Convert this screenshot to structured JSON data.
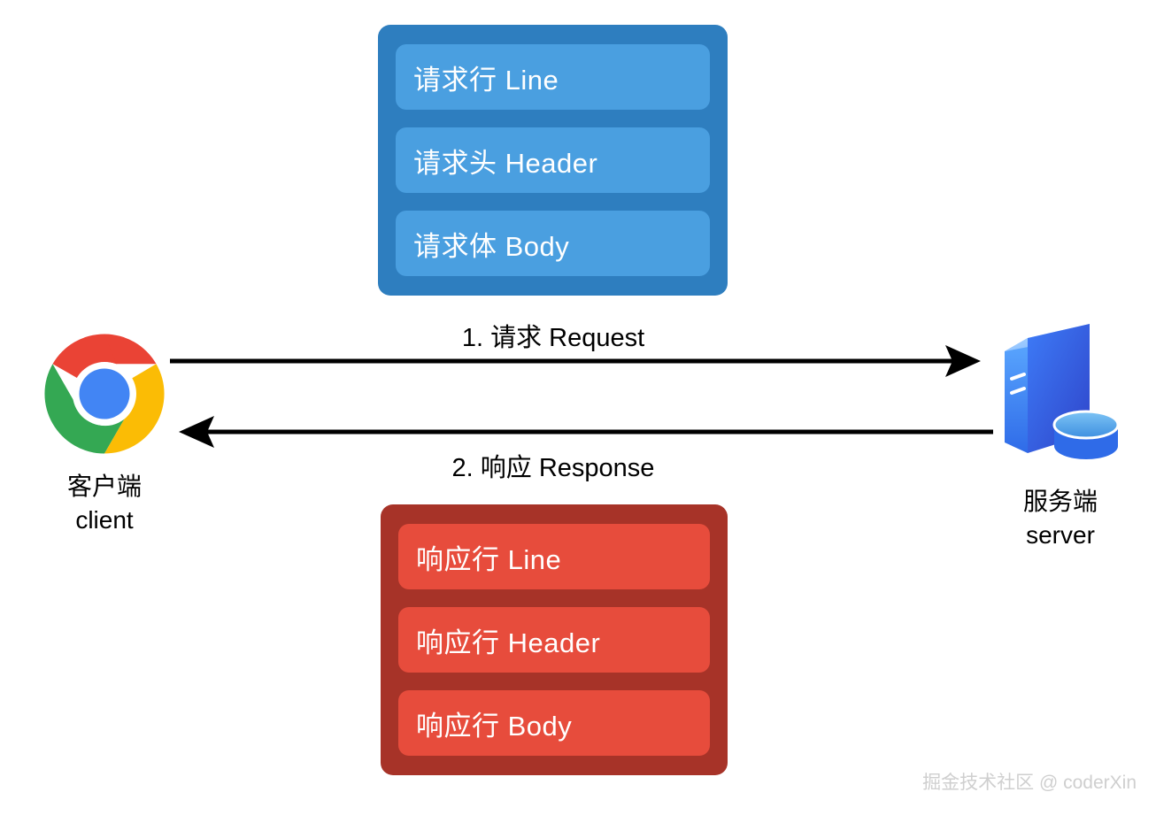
{
  "diagram": {
    "title": "HTTP request and response flow between client and server",
    "background": "#ffffff",
    "request_block": {
      "name": "request",
      "outer_color": "#2E7EBF",
      "inner_color": "#4A9FE0",
      "rows": [
        {
          "label": "请求行 Line"
        },
        {
          "label": "请求头 Header"
        },
        {
          "label": "请求体 Body"
        }
      ]
    },
    "response_block": {
      "name": "response",
      "outer_color": "#A73328",
      "inner_color": "#E74C3C",
      "rows": [
        {
          "label": "响应行 Line"
        },
        {
          "label": "响应行 Header"
        },
        {
          "label": "响应行 Body"
        }
      ]
    },
    "arrows": [
      {
        "id": "request-arrow",
        "label": "1. 请求 Request",
        "direction": "right",
        "color": "#000000"
      },
      {
        "id": "response-arrow",
        "label": "2. 响应 Response",
        "direction": "left",
        "color": "#000000"
      }
    ],
    "client": {
      "icon": "chrome-logo",
      "label_cn": "客户端",
      "label_en": "client"
    },
    "server": {
      "icon": "server-tower",
      "label_cn": "服务端",
      "label_en": "server"
    },
    "watermark": {
      "text": "掘金技术社区 @ coderXin",
      "color": "#cfcfcf"
    }
  }
}
